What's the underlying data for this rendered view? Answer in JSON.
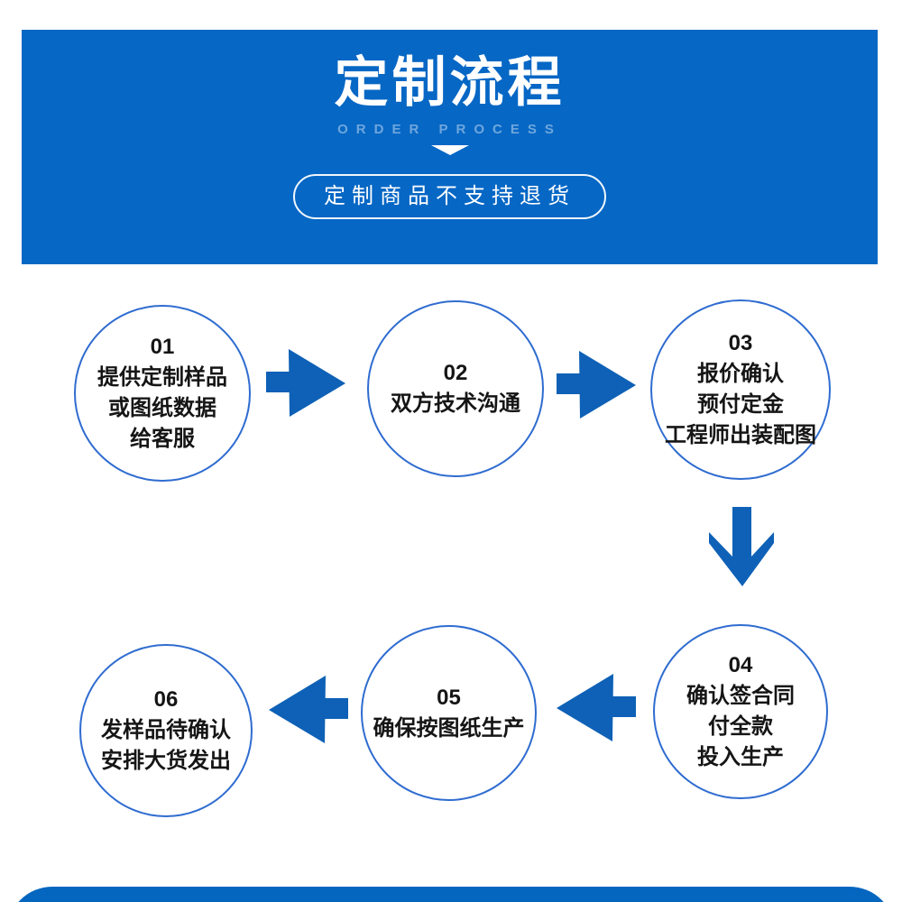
{
  "banner": {
    "title": "定制流程",
    "subtitle": "ORDER PROCESS",
    "notice_pill": "定制商品不支持退货"
  },
  "steps": [
    {
      "num": "01",
      "lines": [
        "提供定制样品",
        "或图纸数据",
        "给客服"
      ]
    },
    {
      "num": "02",
      "lines": [
        "双方技术沟通"
      ]
    },
    {
      "num": "03",
      "lines": [
        "报价确认",
        "预付定金",
        "工程师出装配图"
      ]
    },
    {
      "num": "04",
      "lines": [
        "确认签合同",
        "付全款",
        "投入生产"
      ]
    },
    {
      "num": "05",
      "lines": [
        "确保按图纸生产"
      ]
    },
    {
      "num": "06",
      "lines": [
        "发样品待确认",
        "安排大货发出"
      ]
    }
  ],
  "colors": {
    "banner_bg": "#0667c5",
    "arrow": "#0e61b6",
    "circle_border": "#2f6cd0",
    "step_text": "#151515",
    "bottom_bar": "#0566c0"
  }
}
